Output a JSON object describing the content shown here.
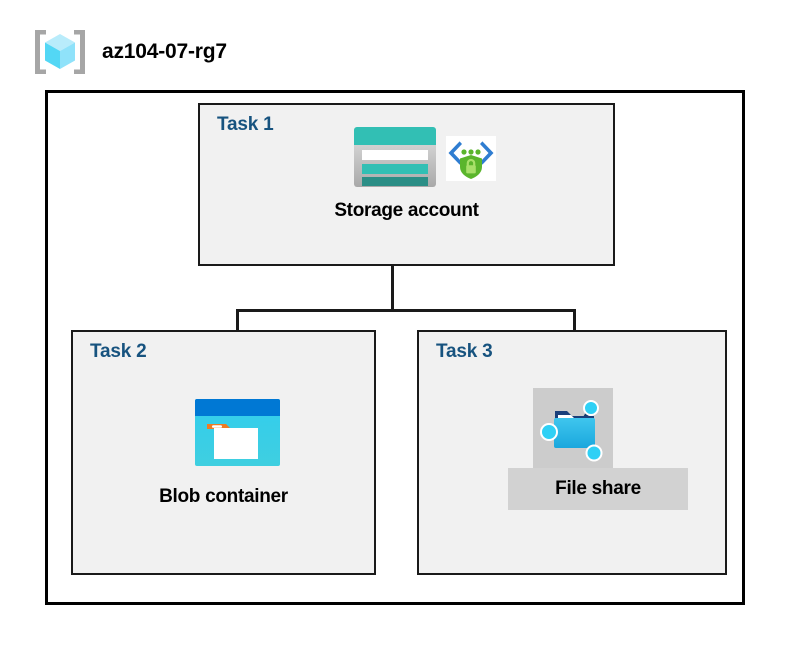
{
  "header": {
    "title": "az104-07-rg7",
    "icon": "resource-group-icon"
  },
  "diagram": {
    "container_name": "resource-group-container",
    "tasks": [
      {
        "label": "Task 1",
        "node_caption": "Storage account",
        "icons": [
          "storage-account-icon",
          "secure-endpoint-shield-icon"
        ]
      },
      {
        "label": "Task 2",
        "node_caption": "Blob container",
        "icons": [
          "blob-container-icon"
        ]
      },
      {
        "label": "Task 3",
        "node_caption": "File share",
        "icons": [
          "file-share-icon"
        ]
      }
    ],
    "connectors": [
      {
        "name": "storage-to-bus-trunk"
      },
      {
        "name": "horizontal-bus"
      },
      {
        "name": "bus-to-blob-container"
      },
      {
        "name": "bus-to-file-share"
      }
    ]
  },
  "colors": {
    "task_label": "#17537f",
    "task_box_fill": "#f1f1f1",
    "border": "#1a1a1a",
    "storage_teal": "#32bfb4",
    "storage_teal_dark": "#2b8e86",
    "blob_blue": "#0078d4",
    "blob_cyan": "#32cdee",
    "folder_orange": "#f07b22",
    "shield_green": "#5ab52c",
    "cube_cyan": "#9ce9fb",
    "highlight_gray": "#d2d2d2"
  }
}
